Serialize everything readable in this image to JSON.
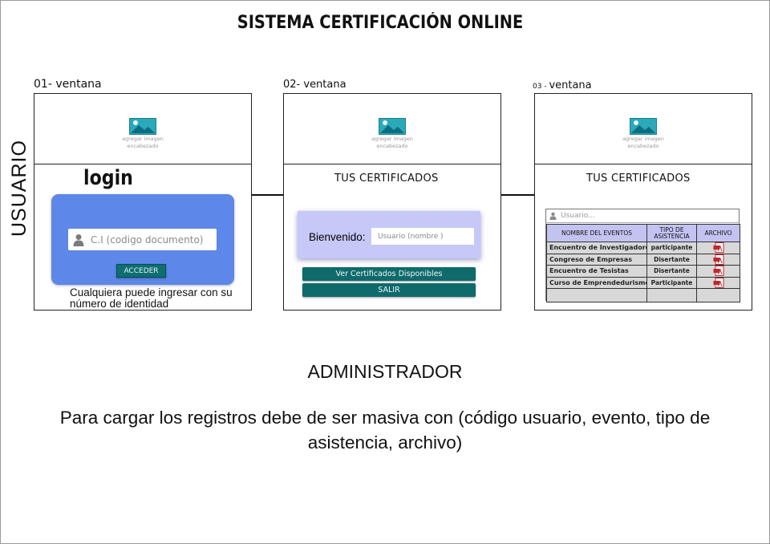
{
  "title": "SISTEMA CERTIFICACIÓN ONLINE",
  "role_user": "USUARIO",
  "role_admin": "ADMINISTRADOR",
  "admin_note": "Para cargar los registros debe de ser masiva con (código usuario, evento, tipo de asistencia, archivo)",
  "windows": [
    {
      "num": "01",
      "label": "- ventana"
    },
    {
      "num": "02",
      "label": "- ventana"
    },
    {
      "num": "03",
      "label": "ventana",
      "sep": " - "
    }
  ],
  "image_placeholder": {
    "line1": "agregar imagen",
    "line2": "encabezado",
    "icon": "image-icon"
  },
  "login": {
    "title": "login",
    "ci_placeholder": "C.I (codigo documento)",
    "button": "ACCEDER",
    "note": "Cualquiera puede ingresar con su número de identidad"
  },
  "certificados": {
    "title": "TUS CERTIFICADOS",
    "welcome_label": "Bienvenido:",
    "user_placeholder": "Usuario (nombre )",
    "btn_view": "Ver Certificados Disponibles",
    "btn_exit": "SALIR"
  },
  "tabla": {
    "title": "TUS CERTIFICADOS",
    "search_placeholder": "Usuario...",
    "headers": [
      "NOMBRE DEL EVENTOS",
      "TIPO DE ASISTENCIA",
      "ARCHIVO"
    ],
    "rows": [
      {
        "evento": "Encuentro de Investigadores",
        "tipo": "participante",
        "archivo": "pdf-icon"
      },
      {
        "evento": "Congreso de Empresas",
        "tipo": "Disertante",
        "archivo": "pdf-icon"
      },
      {
        "evento": "Encuentro de Tesistas",
        "tipo": "Disertante",
        "archivo": "pdf-icon"
      },
      {
        "evento": "Curso de Emprendedurismo",
        "tipo": "Participante",
        "archivo": "pdf-icon"
      }
    ]
  },
  "colors": {
    "login_card": "#5d87e8",
    "teal_button": "#0f6a6c",
    "welcome_card": "#c6c8f7",
    "table_header": "#c3c3f2",
    "table_cell": "#d8d8d8",
    "pdf_red": "#c0272d"
  }
}
